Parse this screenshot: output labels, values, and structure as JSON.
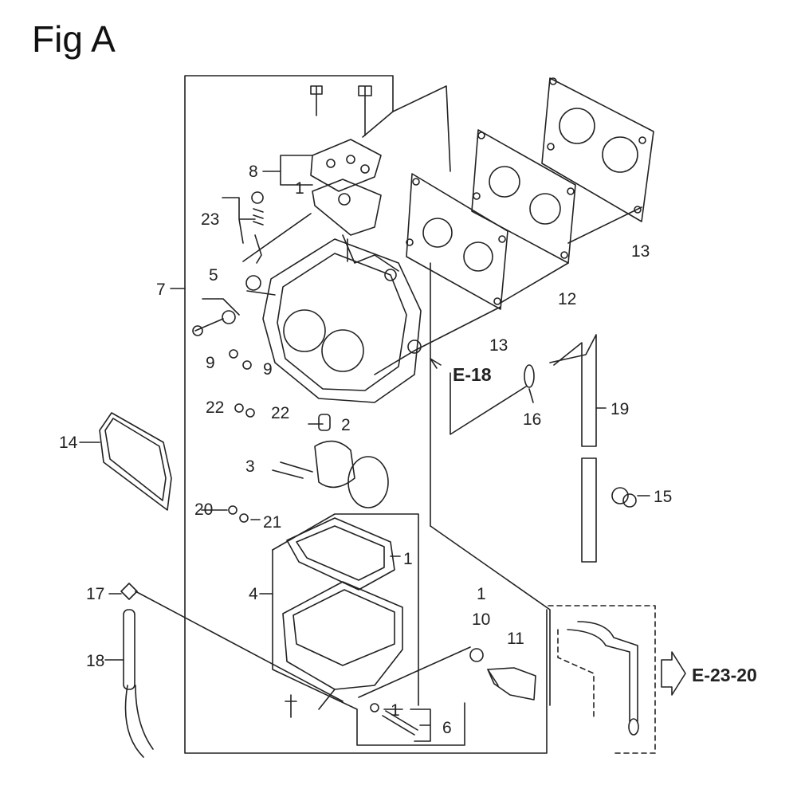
{
  "figure_title": "Fig A",
  "refs": {
    "e18": "E-18",
    "e2320": "E-23-20"
  },
  "callouts": {
    "p1_upper": "1",
    "p1_bowl": "1",
    "p1_plug": "1",
    "p1_drain": "1",
    "p2": "2",
    "p3": "3",
    "p4": "4",
    "p5": "5",
    "p6": "6",
    "p7": "7",
    "p8": "8",
    "p9_left": "9",
    "p9_right": "9",
    "p10": "10",
    "p11": "11",
    "p12": "12",
    "p13_right": "13",
    "p13_mid": "13",
    "p14": "14",
    "p15": "15",
    "p16": "16",
    "p17": "17",
    "p18": "18",
    "p19": "19",
    "p20": "20",
    "p21": "21",
    "p22_left": "22",
    "p22_right": "22",
    "p23": "23"
  }
}
